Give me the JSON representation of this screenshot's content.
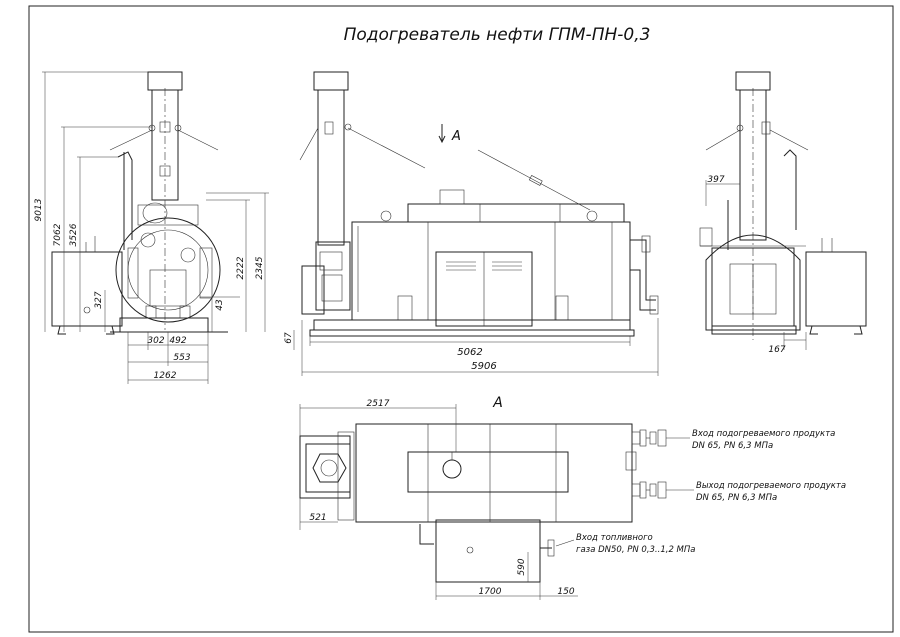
{
  "title": "Подогреватель нефти ГПМ-ПН-0,3",
  "view_label": "А",
  "section_label": "А",
  "dims": {
    "left": {
      "h9013": "9013",
      "h7062": "7062",
      "h3526": "3526",
      "h327": "327",
      "w302": "302",
      "w492": "492",
      "w553": "553",
      "w1262": "1262",
      "h43": "43",
      "h2222": "2222",
      "h2345": "2345"
    },
    "front": {
      "h67": "67",
      "w5062": "5062",
      "w5906": "5906"
    },
    "right": {
      "w397": "397",
      "w167": "167"
    },
    "plan": {
      "w2517": "2517",
      "w521": "521",
      "w1700": "1700",
      "w150": "150",
      "h590": "590"
    }
  },
  "annotations": {
    "inlet": {
      "line1": "Вход подогреваемого продукта",
      "line2": "DN 65, PN 6,3 МПа"
    },
    "outlet": {
      "line1": "Выход подогреваемого продукта",
      "line2": "DN 65, PN 6,3 МПа"
    },
    "gas": {
      "line1": "Вход топливного",
      "line2": "газа DN50, PN 0,3..1,2 МПа"
    }
  }
}
